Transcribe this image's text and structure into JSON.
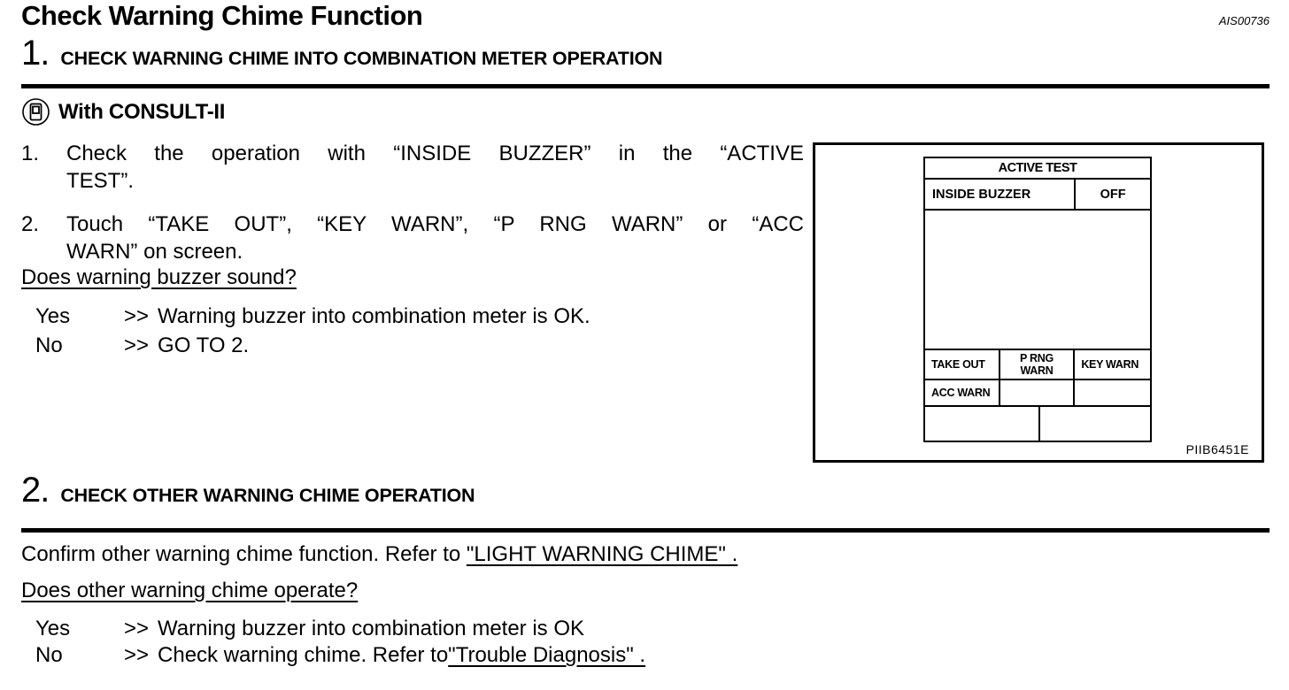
{
  "page": {
    "title": "Check Warning Chime Function",
    "code": "AIS00736"
  },
  "step1": {
    "number": "1.",
    "heading": "CHECK WARNING CHIME INTO COMBINATION METER OPERATION",
    "consult": {
      "label": "With CONSULT-II",
      "icon": "consult-ii-icon"
    },
    "items": [
      {
        "num": "1.",
        "lines": [
          "Check the operation with “INSIDE BUZZER” in the “ACTIVE",
          "TEST”."
        ]
      },
      {
        "num": "2.",
        "lines": [
          "Touch “TAKE OUT”, “KEY WARN”, “P RNG WARN” or “ACC",
          "WARN” on screen."
        ]
      }
    ],
    "question": "Does warning buzzer sound?",
    "results": [
      {
        "label": "Yes",
        "arrow": ">>",
        "text": "Warning buzzer into combination meter is OK."
      },
      {
        "label": "No",
        "arrow": ">>",
        "text": "GO TO 2."
      }
    ]
  },
  "figure": {
    "code": "PIIB6451E",
    "screen": {
      "title": "ACTIVE TEST",
      "item": "INSIDE BUZZER",
      "value": "OFF",
      "buttons_row1": [
        "TAKE OUT",
        "P RNG\nWARN",
        "KEY WARN"
      ],
      "buttons_row2": [
        "ACC WARN"
      ]
    }
  },
  "step2": {
    "number": "2.",
    "heading": "CHECK OTHER WARNING CHIME OPERATION",
    "confirm_text": "Confirm other warning chime function. Refer to ",
    "confirm_link": "\"LIGHT WARNING CHIME\" .",
    "question": "Does other warning chime operate?",
    "results": [
      {
        "label": "Yes",
        "arrow": ">>",
        "text": "Warning buzzer into combination meter is OK",
        "link": ""
      },
      {
        "label": "No",
        "arrow": ">>",
        "text": "Check warning chime. Refer to ",
        "link": "\"Trouble Diagnosis\" ."
      }
    ]
  }
}
